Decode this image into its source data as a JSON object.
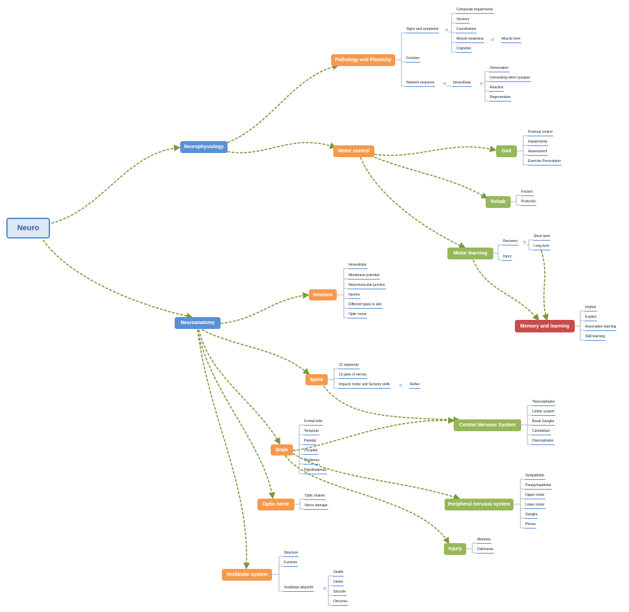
{
  "colors": {
    "blue": "#5b8fd6",
    "orange": "#f5994e",
    "green": "#96b85a",
    "red": "#c84c4c",
    "link": "#7a9a3a",
    "leafline": "#5b8fd6"
  },
  "root": "Neuro",
  "topics": {
    "neurophysiology": "Neurophysiology",
    "neuroanatomy": "Neuroanatomy",
    "pathology": "Pathology and Plasticity",
    "motor_control": "Motor control",
    "gait": "Gait",
    "rehab": "Rehab",
    "motor_learning": "Motor learning",
    "memory_learning": "Memory and learning",
    "neurons": "Neurons",
    "spine": "Spine",
    "cns": "Central Nervous System",
    "brain": "Brain",
    "pns": "Peripheral nervous system",
    "optic_nerve": "Optic nerve",
    "injury": "Injury",
    "vestibular": "Vestibular system"
  },
  "leaves": {
    "pathology": [
      "Signs and symptoms",
      "Function",
      "Network response"
    ],
    "signs": [
      "Composite impairments",
      "Sensory",
      "Coordination",
      "Muscle weakness",
      "Cognition"
    ],
    "muscle_weakness": [
      "Muscle tone"
    ],
    "network": [
      "Intracellular"
    ],
    "intracellular": [
      "Denervation",
      "Unmasking silent synapse",
      "Reactive",
      "Regenerative"
    ],
    "gait": [
      "Postural control",
      "Impairments",
      "Assessment",
      "Exercise Prescription"
    ],
    "rehab": [
      "Factors",
      "Protocols"
    ],
    "motor_learning": [
      "Recovery",
      "Injury"
    ],
    "recovery": [
      "Short term",
      "Long term"
    ],
    "memory": [
      "Implicit",
      "Explicit",
      "Associative learning",
      "Skill learning"
    ],
    "neurons": [
      "Intracellular",
      "Membrane potential",
      "Neuromuscular junction",
      "Injuries",
      "Different types in skin",
      "Optic nerve"
    ],
    "spine": [
      "31 segments",
      "13 pairs of nerves",
      "Impacts motor and Sensory skills"
    ],
    "impacts": [
      "Reflex"
    ],
    "cns": [
      "Telencephalon",
      "Limbic system",
      "Basal Ganglia",
      "Cerebellum",
      "Diencephalon"
    ],
    "brain": [
      "Frontal lobe",
      "Temporal",
      "Parietal",
      "Occipital",
      "Thalamus",
      "Hypothalamus"
    ],
    "pns": [
      "Sympathetic",
      "Parasympathetic",
      "Upper motor",
      "Lower motor",
      "Ganglia",
      "Plexus"
    ],
    "optic": [
      "Optic chaism",
      "Nerve damage"
    ],
    "injury": [
      "Akinesia",
      "Diskinesia"
    ],
    "vestibular": [
      "Structure",
      "Function",
      "Vestibular labyrinth"
    ],
    "labyrinth": [
      "Otolith",
      "Utricle",
      "Saccule",
      "Otoconia"
    ]
  }
}
